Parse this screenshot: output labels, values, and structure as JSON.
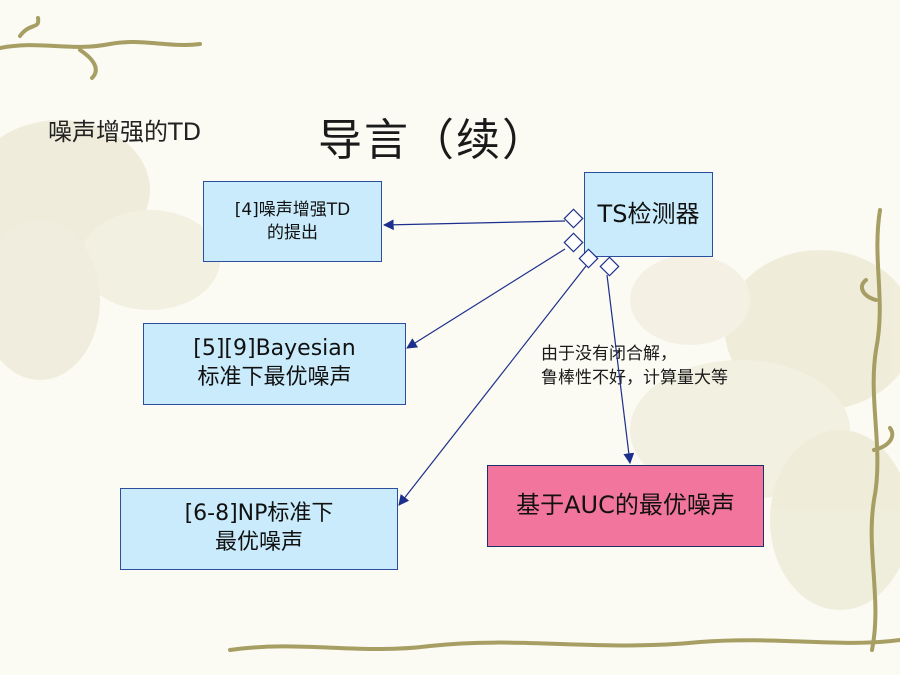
{
  "topic": "噪声增强的TD",
  "title": "导言（续）",
  "nodes": {
    "ts": {
      "lines": [
        "TS检测器"
      ]
    },
    "ref4": {
      "lines": [
        "[4]噪声增强TD",
        "的提出"
      ]
    },
    "ref59": {
      "lines": [
        "[5][9]Bayesian",
        "标准下最优噪声"
      ]
    },
    "ref68": {
      "lines": [
        "[6-8]NP标准下",
        "最优噪声"
      ]
    },
    "auc": {
      "lines": [
        "基于AUC的最优噪声"
      ]
    }
  },
  "annotation": {
    "lines": [
      "由于没有闭合解，",
      "鲁棒性不好，计算量大等"
    ]
  },
  "colors": {
    "box_fill": "#c9ebfb",
    "box_border": "#2b4f9c",
    "highlight_fill": "#f2759d",
    "arrow": "#1c2f8c"
  }
}
